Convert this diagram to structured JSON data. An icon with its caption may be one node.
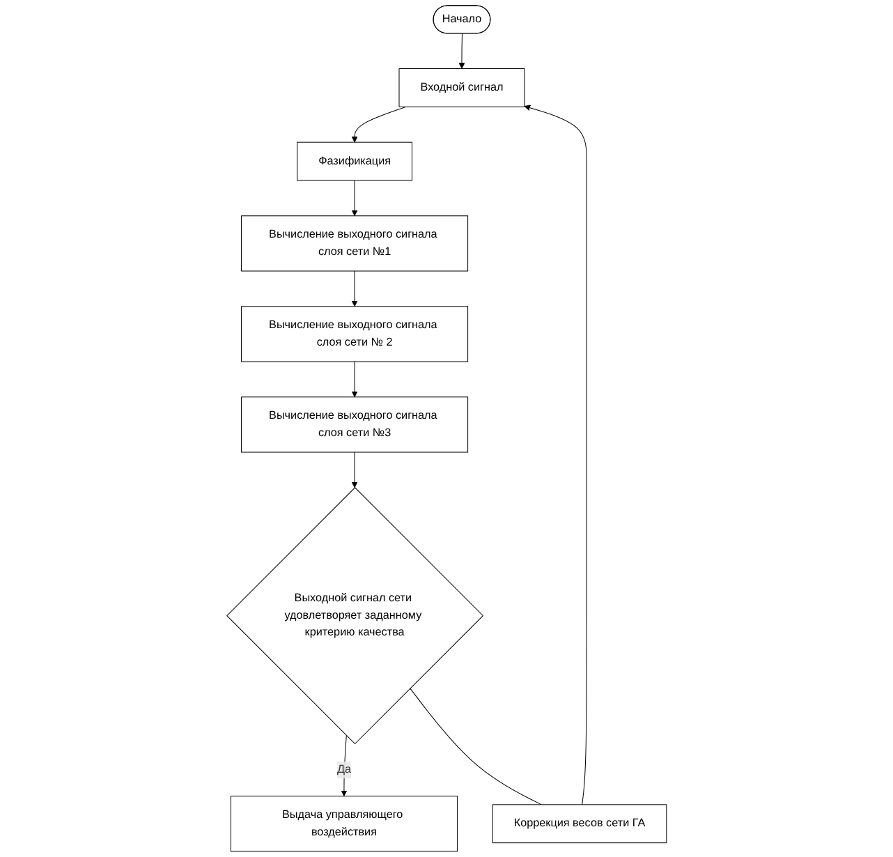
{
  "diagram": {
    "nodes": [
      {
        "text": [
          "Начало"
        ]
      },
      {
        "text": [
          "Входной сигнал"
        ]
      },
      {
        "text": [
          "Фазификация"
        ]
      },
      {
        "text": [
          "Вычисление выходного сигнала слоя сети №1"
        ]
      },
      {
        "text": [
          "Вычисление выходного сигнала слоя сети № 2"
        ]
      },
      {
        "text": [
          "Вычисление выходного сигнала слоя сети №3"
        ]
      },
      {
        "text": [
          "Выходной сигнал сети удовлетворяет заданному критерию качества"
        ]
      },
      {
        "text": [
          "Коррекция весов сети ГА"
        ]
      },
      {
        "text": [
          "Выдача управляющего воздействия"
        ]
      }
    ],
    "edges": [
      {
        "from": 0,
        "to": 1,
        "arrow": "to"
      },
      {
        "from": 1,
        "to": 2,
        "arrow": "to"
      },
      {
        "from": 2,
        "to": 3,
        "arrow": "to"
      },
      {
        "from": 3,
        "to": 4,
        "arrow": "to"
      },
      {
        "from": 4,
        "to": 5,
        "arrow": "to"
      },
      {
        "from": 5,
        "to": 6,
        "arrow": "to"
      },
      {
        "from": 6,
        "to": 8,
        "arrow": "to",
        "label": "Да"
      },
      {
        "from": 6,
        "to": 7,
        "arrow": "none"
      },
      {
        "from": 7,
        "to": 1,
        "arrow": "to"
      }
    ]
  }
}
